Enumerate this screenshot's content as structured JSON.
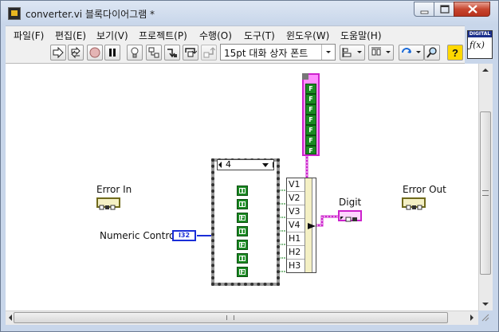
{
  "window": {
    "title": "converter.vi 블록다이어그램 *"
  },
  "menu": {
    "items": [
      "파일(F)",
      "편집(E)",
      "보기(V)",
      "프로젝트(P)",
      "수행(O)",
      "도구(T)",
      "윈도우(W)",
      "도움말(H)"
    ]
  },
  "toolbar": {
    "font_select": "15pt 대화 상자 폰트"
  },
  "connector_icon": {
    "header": "DIGITAL",
    "label": "ƒ(x)"
  },
  "diagram": {
    "error_in_label": "Error In",
    "error_out_label": "Error Out",
    "numeric_control_label": "Numeric Control",
    "numeric_control_type": "I32",
    "digit_label": "Digit",
    "case_selector_value": "4",
    "case_constants": [
      "T",
      "T",
      "F",
      "T",
      "F",
      "T",
      "F"
    ],
    "array_constants": [
      "F",
      "F",
      "F",
      "F",
      "F",
      "F",
      "F"
    ],
    "build_array_inputs": [
      "V1",
      "V2",
      "V3",
      "V4",
      "H1",
      "H2",
      "H3"
    ]
  }
}
